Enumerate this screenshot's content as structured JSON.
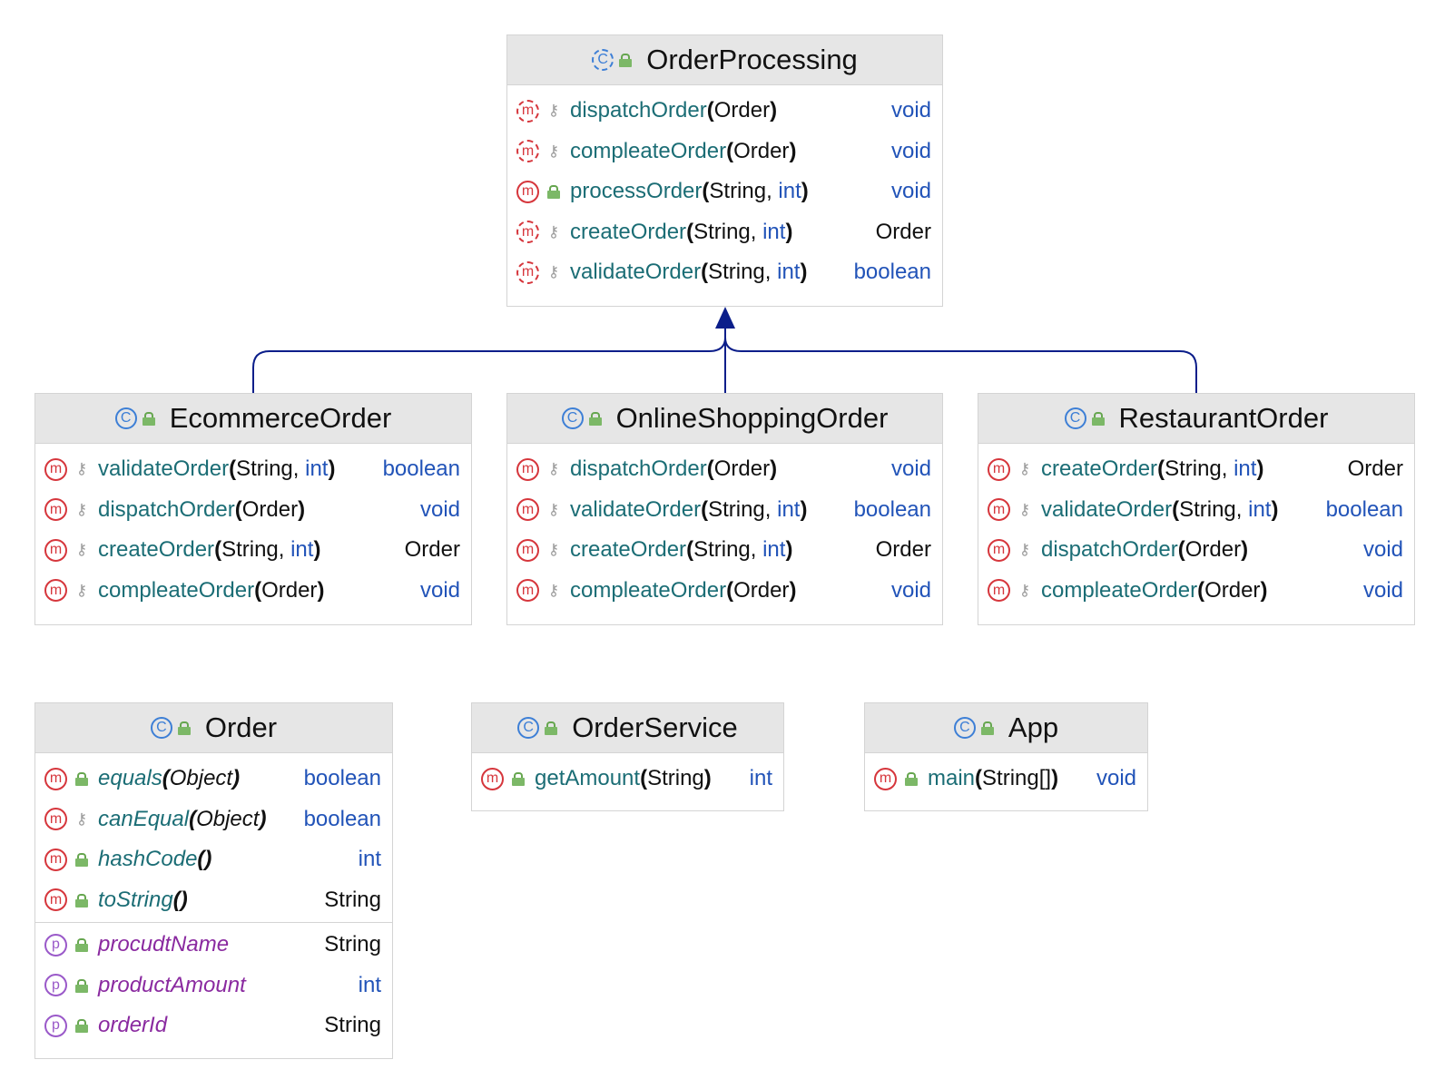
{
  "classes": {
    "order_processing": {
      "name": "OrderProcessing",
      "methods": [
        {
          "name": "dispatchOrder",
          "params": "Order",
          "ret": "void"
        },
        {
          "name": "compleateOrder",
          "params": "Order",
          "ret": "void"
        },
        {
          "name": "processOrder",
          "params": "String, int",
          "ret": "void"
        },
        {
          "name": "createOrder",
          "params": "String, int",
          "ret": "Order"
        },
        {
          "name": "validateOrder",
          "params": "String, int",
          "ret": "boolean"
        }
      ]
    },
    "ecommerce_order": {
      "name": "EcommerceOrder",
      "methods": [
        {
          "name": "validateOrder",
          "params": "String, int",
          "ret": "boolean"
        },
        {
          "name": "dispatchOrder",
          "params": "Order",
          "ret": "void"
        },
        {
          "name": "createOrder",
          "params": "String, int",
          "ret": "Order"
        },
        {
          "name": "compleateOrder",
          "params": "Order",
          "ret": "void"
        }
      ]
    },
    "online_shopping_order": {
      "name": "OnlineShoppingOrder",
      "methods": [
        {
          "name": "dispatchOrder",
          "params": "Order",
          "ret": "void"
        },
        {
          "name": "validateOrder",
          "params": "String, int",
          "ret": "boolean"
        },
        {
          "name": "createOrder",
          "params": "String, int",
          "ret": "Order"
        },
        {
          "name": "compleateOrder",
          "params": "Order",
          "ret": "void"
        }
      ]
    },
    "restaurant_order": {
      "name": "RestaurantOrder",
      "methods": [
        {
          "name": "createOrder",
          "params": "String, int",
          "ret": "Order"
        },
        {
          "name": "validateOrder",
          "params": "String, int",
          "ret": "boolean"
        },
        {
          "name": "dispatchOrder",
          "params": "Order",
          "ret": "void"
        },
        {
          "name": "compleateOrder",
          "params": "Order",
          "ret": "void"
        }
      ]
    },
    "order": {
      "name": "Order",
      "methods": [
        {
          "name": "equals",
          "params": "Object",
          "ret": "boolean"
        },
        {
          "name": "canEqual",
          "params": "Object",
          "ret": "boolean"
        },
        {
          "name": "hashCode",
          "params": "",
          "ret": "int"
        },
        {
          "name": "toString",
          "params": "",
          "ret": "String"
        }
      ],
      "properties": [
        {
          "name": "procudtName",
          "type": "String"
        },
        {
          "name": "productAmount",
          "type": "int"
        },
        {
          "name": "orderId",
          "type": "String"
        }
      ]
    },
    "order_service": {
      "name": "OrderService",
      "methods": [
        {
          "name": "getAmount",
          "params": "String",
          "ret": "int"
        }
      ]
    },
    "app": {
      "name": "App",
      "methods": [
        {
          "name": "main",
          "params": "String[]",
          "ret": "void"
        }
      ]
    }
  },
  "icons": {
    "class": "class-icon",
    "method": "method-icon",
    "property": "property-icon",
    "public": "public-lock-icon",
    "package_private": "key-icon"
  },
  "colors": {
    "arrow": "#0b1e8a",
    "method_name": "#1b6d75",
    "keyword": "#2153b8",
    "property_name": "#8a2aa0"
  }
}
